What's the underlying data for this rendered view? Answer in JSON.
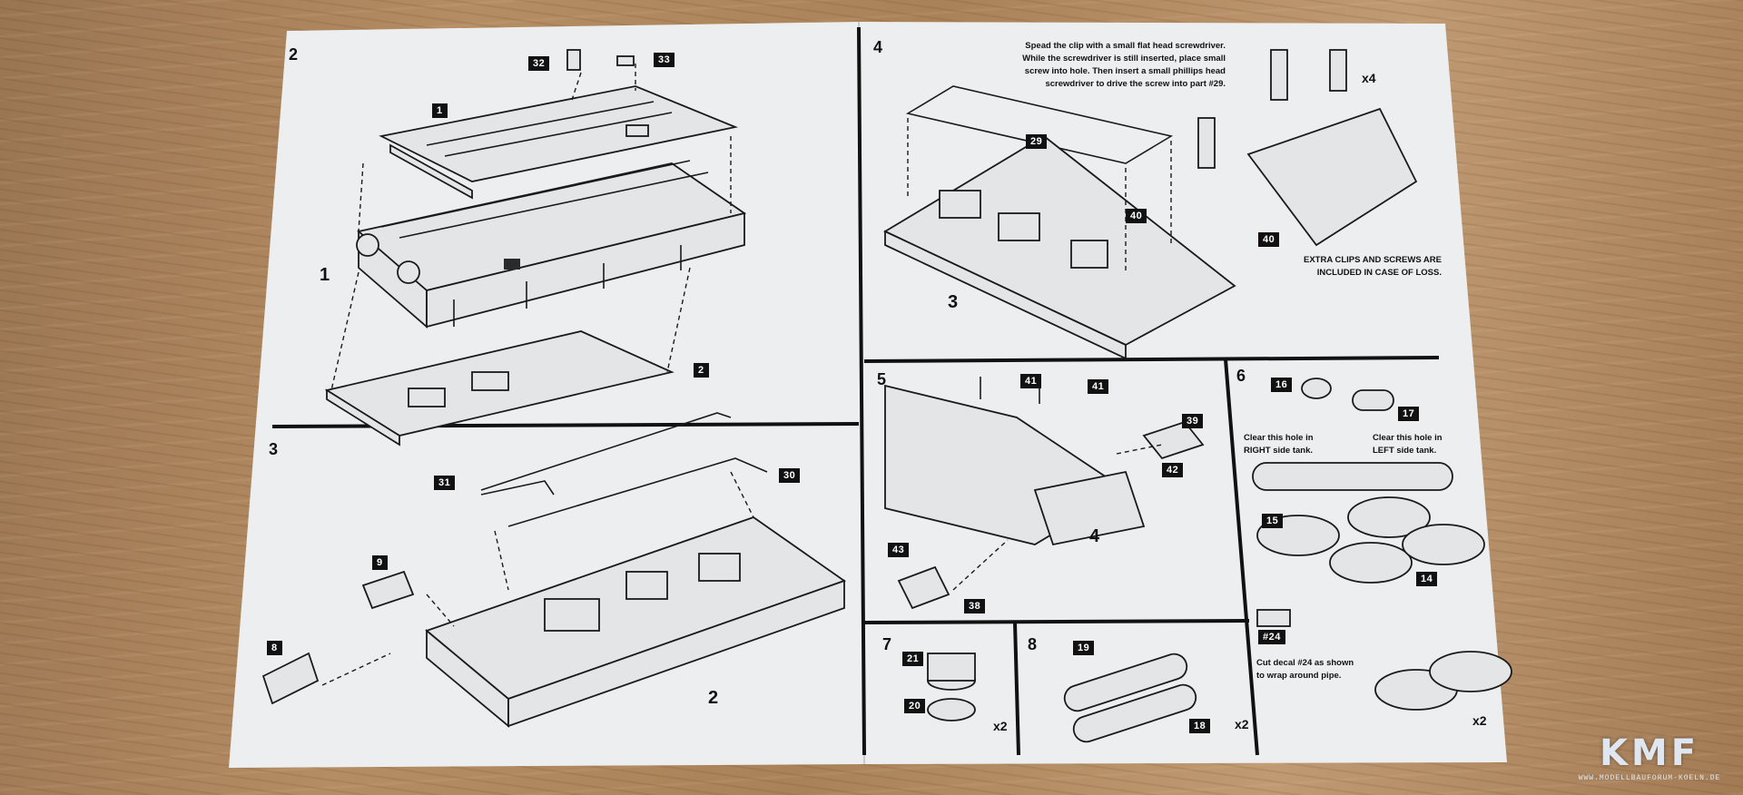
{
  "steps": {
    "s2": "2",
    "s3": "3",
    "s4": "4",
    "s5": "5",
    "s6": "6",
    "s7": "7",
    "s8": "8"
  },
  "assembly_numbers": {
    "a1": "1",
    "a2": "2",
    "a3": "3",
    "a4": "4"
  },
  "part_labels": {
    "p1": "1",
    "p2": "2",
    "p32": "32",
    "p33": "33",
    "p31": "31",
    "p30": "30",
    "p9": "9",
    "p8": "8",
    "p29": "29",
    "p40a": "40",
    "p40b": "40",
    "p41a": "41",
    "p41b": "41",
    "p39": "39",
    "p42": "42",
    "p43": "43",
    "p38": "38",
    "p16": "16",
    "p17": "17",
    "p15": "15",
    "p14": "14",
    "p21": "21",
    "p20": "20",
    "p19": "19",
    "p18": "18",
    "d24": "#24"
  },
  "notes": {
    "screw_instruction": "Spead the clip with a small flat head screwdriver. While the screwdriver is still inserted, place small screw into hole. Then insert a small phillips head screwdriver to drive the screw into part #29.",
    "extra_clips": "EXTRA CLIPS AND SCREWS ARE INCLUDED IN CASE OF LOSS.",
    "right_hole": "Clear this hole in RIGHT side tank.",
    "left_hole": "Clear this hole in LEFT side tank.",
    "decal": "Cut decal #24 as shown to wrap around pipe."
  },
  "multipliers": {
    "m4": "x4",
    "m6": "x2",
    "m7": "x2",
    "m8": "x2"
  },
  "watermark": {
    "mark": "KMF",
    "url": "WWW.MODELLBAUFORUM-KOELN.DE"
  },
  "colors": {
    "wood": "#b08a62",
    "paper": "#edeeef",
    "ink": "#111111"
  }
}
